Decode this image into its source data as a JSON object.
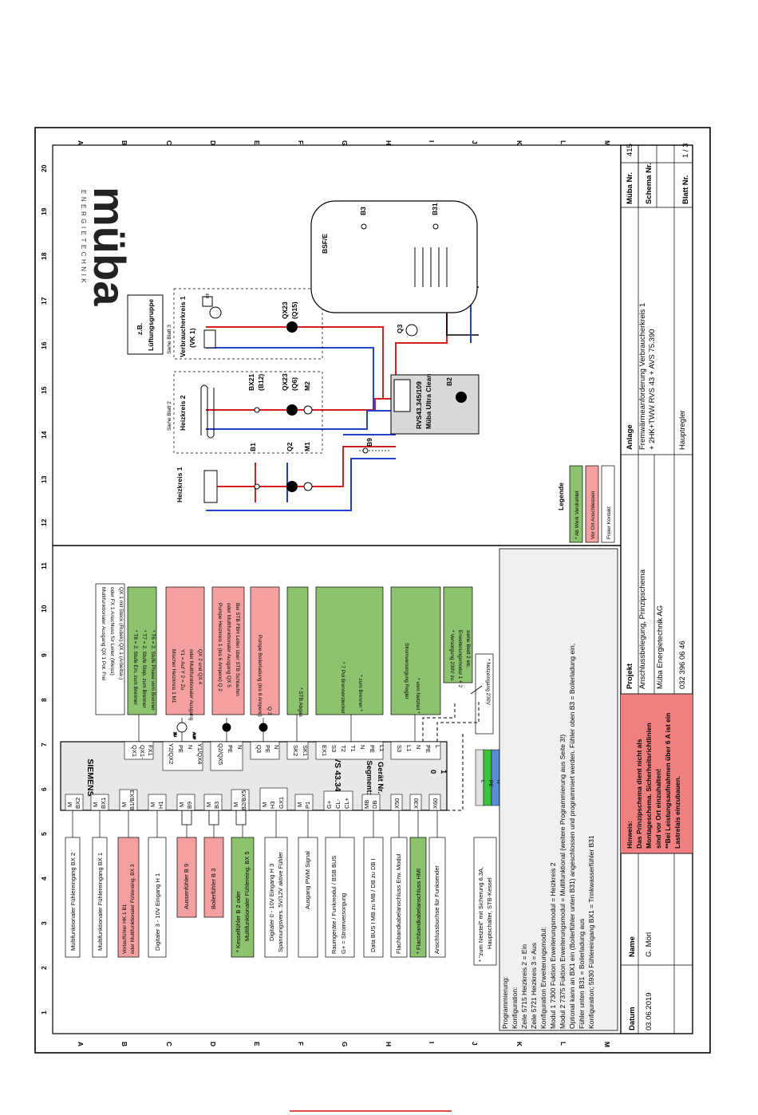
{
  "logo": {
    "brand": "müba",
    "tagline": "ENERGIETECHNIK"
  },
  "grid": {
    "columns": [
      "1",
      "2",
      "3",
      "4",
      "5",
      "6",
      "7",
      "8",
      "9",
      "10",
      "11",
      "12",
      "13",
      "14",
      "15",
      "16",
      "17",
      "18",
      "19",
      "20"
    ],
    "rows": [
      "A",
      "B",
      "C",
      "D",
      "E",
      "F",
      "G",
      "H",
      "I",
      "J",
      "K",
      "L",
      "M"
    ]
  },
  "controller": {
    "brand": "SIEMENS",
    "model": "RVS 43.345",
    "segment_label": "Segment:",
    "device_label": "Gerät Nr.",
    "segment_value": "0",
    "device_value": "1"
  },
  "left_terminals": [
    {
      "a": "M",
      "b": "BX2"
    },
    {
      "a": "M",
      "b": "BX1"
    },
    {
      "a": "M",
      "b": "B1/BX3"
    },
    {
      "a": "M",
      "b": "H1"
    },
    {
      "a": "M",
      "b": "B9"
    },
    {
      "a": "M",
      "b": "B3"
    },
    {
      "a": "M",
      "b": "B2/BX5"
    },
    {
      "a": "M",
      "b": "H3",
      "c": "GX1"
    },
    {
      "a": "M",
      "b": "P1"
    },
    {
      "a": "G+",
      "b": "CL-",
      "c": "CL+"
    },
    {
      "a": "MB",
      "b": "DB"
    },
    {
      "a": "X50"
    },
    {
      "a": "X30"
    },
    {
      "a": "X60"
    }
  ],
  "right_terminals": [
    {
      "a": "QX1",
      "b": "QX1-",
      "c": "FX1"
    },
    {
      "a": "Y2/QX2",
      "b": "PE",
      "c": "N",
      "d": "Y1/QX4"
    },
    {
      "a": "Q2/QX5",
      "b": "PE",
      "c": "N"
    },
    {
      "a": "Q3",
      "b": "PE",
      "c": "N"
    },
    {
      "a": "SK2",
      "b": "SK1"
    },
    {
      "a": "EX1",
      "b": "S3",
      "c": "T2",
      "d": "T1",
      "e": "N",
      "f": "PE",
      "g": "L1"
    },
    {
      "a": "S3",
      "b": "L1",
      "c": "N",
      "d": "PE",
      "e": "L"
    }
  ],
  "left_labels": [
    {
      "text": "Multifunktionaler Fühlereingang BX 2",
      "color": "white"
    },
    {
      "text": "Multifunktionaler Fühlereingang BX 1",
      "color": "white"
    },
    {
      "text": "Vorlauffühler HK 1 B1",
      "text2": "oder Multifunktionaler Fühlereing. BX 3",
      "color": "pink"
    },
    {
      "text": "Digitaler 3 - 10V Eingang H 1",
      "color": "white"
    },
    {
      "text": "Aussenfühler B 9",
      "color": "pink"
    },
    {
      "text": "Boilerfühler B 3",
      "color": "pink"
    },
    {
      "text": "* Kesselfühler B 2  oder",
      "text2": "Multifunktionaler Fühlereing. BX 5",
      "color": "green"
    },
    {
      "text": "Digitaler 0 - 10V Eingang H 3",
      "text2": "Spannungsvers. 5V/12V aktive Fühler",
      "color": "white"
    },
    {
      "text": "Ausgang PWM Signal",
      "color": "white"
    },
    {
      "text": "Raumgeräte / Funkmodul / BSB BUS",
      "text2": "G+ = Stromversorgung",
      "color": "white"
    },
    {
      "text": "Data BUS    I MB zu MB / DB zu DB I",
      "color": "white"
    },
    {
      "text": "Flachbandkabelanschluss Erw. Modul",
      "color": "white"
    },
    {
      "text": "* Flachbandkabelanschluss HMI",
      "color": "green"
    },
    {
      "text": "Anschlussbuchse für Funksender",
      "color": "white"
    }
  ],
  "mains_note": {
    "line1": "* \"zum Netzteil\" mit Sicherung 6.3A,",
    "line2": "Hauptschalter, STB-Kessel"
  },
  "right_labels": {
    "qx1": {
      "lines": [
        "Multifunktionaler Ausgang QX 1 Pot. Frei",
        "oder FX 1 Anschluss für Leiter  (Weiss)",
        "QX 1 mit Steck (Rubek) QX 1 (Arbeitsk.)"
      ]
    },
    "stages": {
      "lines": [
        "* T8 = 2. Stufe Ein, zum Brenner",
        "* T7 = 2. Stufe Stop, zum Brenner",
        "* T6 = 2. Stufe Phase vom Brenner"
      ]
    },
    "mixer": {
      "lines": [
        "Mischer Heizkreis 1   M1",
        "Y1 = Auf   Y 2 = Zu",
        "oder Multifunktionaler Ausgang",
        "QX 2 und QX 4"
      ],
      "symbol_a": "ZU",
      "symbol_b": "AUF"
    },
    "pump1": {
      "lines": [
        "Pumpe Heizkreis 1   (bis 6 Ampere)  Q 2",
        "oder Multifunktionaler Ausgang QX 5",
        "Bei STB FBH Leiter über STB Schlaufen"
      ]
    },
    "pump_boiler": {
      "lines": [
        "Pumpe Boilerladung  (bis 6 Ampere)",
        "Q 3"
      ]
    },
    "stb": {
      "lines": [
        "* STB Abgas"
      ]
    },
    "burner": {
      "lines": [
        "* 7 Pol Brennerstecker",
        "* zum Brenner *"
      ]
    },
    "power": {
      "lines": [
        "Stromversorgung Regler",
        "* vom Netzteil *"
      ]
    },
    "supply_ext": {
      "lines": [
        "* Versorgung 230V zu",
        "Erweiterungsmodul 1 + 2",
        "siehe Blatt 2 etc."
      ]
    },
    "netz": {
      "lines": [
        "* Netzeingang 230V"
      ]
    }
  },
  "lpen": [
    "L",
    "PE",
    "N"
  ],
  "hydraulic": {
    "circuit1": "Heizkreis 1",
    "circuit2": "Heizkreis 2",
    "consumer": "Verbraucherkreis 1",
    "consumer_sub": "(VK 1)",
    "sheet2": "Siehe Blatt 2",
    "sheet3": "Siehe Blatt 3",
    "ventilation_a": "z.B.",
    "ventilation_b": "Lüftungsgruppe",
    "b1": "B1",
    "q2": "Q2",
    "m1": "M1",
    "bx21": "BX21",
    "b12": "(B12)",
    "qx23a": "QX23",
    "q6": "(Q6)",
    "m2": "M2",
    "qx23b": "QX23",
    "q15": "(Q15)",
    "rf": "RF",
    "b9": "B9",
    "boiler_model": "RVS43.345/109",
    "boiler_name": "Müba Ultra Clean",
    "b2": "B2",
    "q3": "Q3",
    "tank": "BSF/E",
    "b3": "B3",
    "b31": "B31"
  },
  "legend": {
    "title": "Legende",
    "item1": "* Ab Werk Verdrahtet",
    "item2": "Vor Ort Anschliessen",
    "item3": "Freier Kontakt",
    "color1": "#8dc26f",
    "color2": "#f4a0a0",
    "color3": "#ffffff"
  },
  "programming": [
    "Programmierung:",
    "Konfiguration:",
    "Zeile  5715 Heizkreis 2 = Ein",
    "Zeile  5721 Heizkreis 3 = Aus",
    "Konfiguration Erweiterungsmodul:",
    "Modul 1 7300 Fuktion Erweiterungsmodul = Heizkreis 2",
    "Modul 2 7375 Fuktion Erweiterungsmodul = Multifunktional (weitere Programmierung aus Seite 3!)",
    "Optional kann an BX1 ein (Boilerfühler unten B31) angeschlossen und programmiert werden. Fühler oben B3 = Boilerladung ein,",
    "Fühler unten B31 = Boilerladung aus",
    "Konfiguration; 5930 Fühlereingang BX1 = Trinkwasserfühler B31"
  ],
  "title_block": {
    "date_h": "Datum",
    "name_h": "Name",
    "date": "03.06.2019",
    "name": "G. Mörl",
    "note_h": "Hinweis:",
    "note": [
      "Das Prinzipschema dient nicht als",
      "Montageschema. Sicherheitsrichtlinien",
      "sind vor Ort einzuhalten!",
      "**Bei Leistungsaufnahmen über 6 A ist ein",
      "Lastrelais einzubauen."
    ],
    "project_h": "Projekt",
    "project": [
      "Anschlussbelegung, Prinzipschema",
      "Müba Energietechnik AG",
      "032 396 06 46"
    ],
    "system_h": "Anlage",
    "system": [
      "Fremwärmeanforderung Verbraucherkreis 1",
      "+ 2HK+TWW RVS 43 + AVS 75.390",
      "Hauptregler"
    ],
    "nr_h": "Müba Nr.",
    "nr": "415",
    "schema_h": "Schema Nr.",
    "schema": "",
    "sheet_h": "Blatt Nr.",
    "sheet": "1 / 3"
  }
}
